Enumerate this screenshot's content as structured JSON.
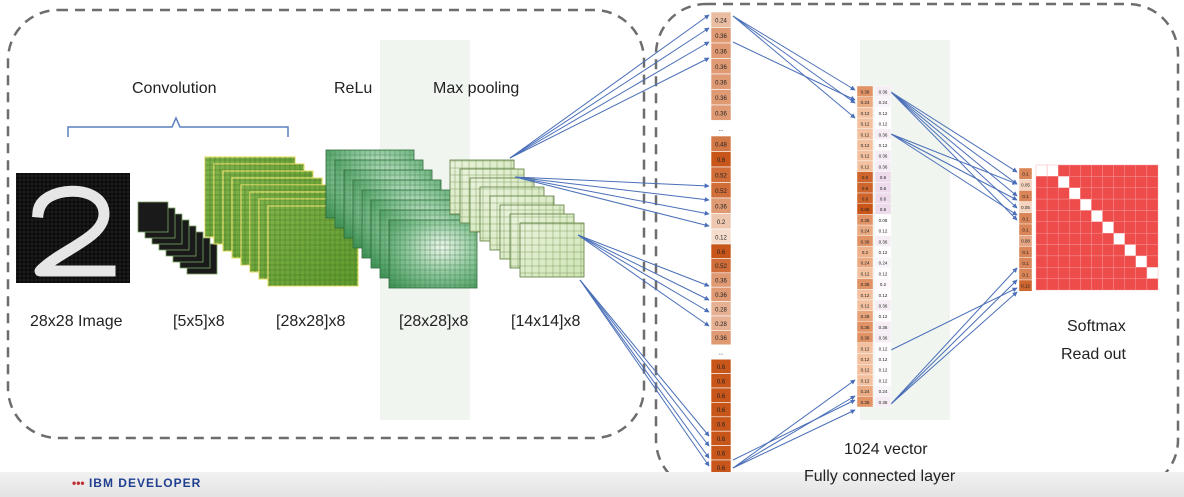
{
  "labels": {
    "convolution": "Convolution",
    "relu": "ReLu",
    "max_pooling": "Max pooling",
    "input_image": "28x28 Image",
    "filters": "[5x5]x8",
    "conv_output": "[28x28]x8",
    "relu_output": "[28x28]x8",
    "pool_output": "[14x14]x8",
    "softmax": "Softmax",
    "read_out": "Read out",
    "vector_size": "1024 vector",
    "fc_layer": "Fully connected layer"
  },
  "footer": {
    "brand": "IBM DEVELOPER"
  },
  "flat_vector": {
    "group1": [
      "0.24",
      "0.36",
      "0.36",
      "0.36",
      "0.36",
      "0.36",
      "0.36",
      "...",
      "0.48",
      "0.6",
      "0.52",
      "0.52",
      "0.36",
      "0.2",
      "0.12"
    ],
    "group2": [
      "0.6",
      "0.52",
      "0.36",
      "0.36",
      "0.28",
      "0.28",
      "0.36",
      "...",
      "0.6",
      "0.6",
      "0.6",
      "0.6",
      "0.6",
      "0.6",
      "0.6",
      "0.6"
    ]
  },
  "fc_vector": {
    "left": [
      "0.36",
      "0.24",
      "0.12",
      "0.12",
      "0.12",
      "0.12",
      "0.12",
      "0.12",
      "0.6",
      "0.6",
      "0.6",
      "0.68",
      "0.36",
      "0.24",
      "0.36",
      "0.2",
      "0.24",
      "0.12",
      "0.36",
      "0.12",
      "0.12",
      "0.28",
      "0.36",
      "0.36",
      "0.12",
      "0.12",
      "0.12",
      "0.12",
      "0.24",
      "0.36"
    ],
    "right": [
      "0.36",
      "0.24",
      "0.12",
      "0.12",
      "0.36",
      "0.12",
      "0.36",
      "0.36",
      "0.6",
      "0.6",
      "0.6",
      "0.6",
      "0.08",
      "0.12",
      "0.36",
      "0.12",
      "0.24",
      "0.12",
      "0.2",
      "0.12",
      "0.36",
      "0.12",
      "0.36",
      "0.36",
      "0.12",
      "0.12",
      "0.12",
      "0.12",
      "0.24",
      "0.36"
    ]
  },
  "softmax_vector": [
    "0.1",
    "0.05",
    "0.1",
    "0.05",
    "0.1",
    "0.1",
    "0.08",
    "0.1",
    "0.1",
    "0.1",
    "0.12"
  ],
  "colors": {
    "border": "#6d6d6d",
    "bracket": "#5b7fc0",
    "arrow": "#4a6fb8",
    "green_dark": "#6aa238",
    "green_light": "#bfe0a6",
    "orange_dark": "#c8561a",
    "orange_light": "#f4d3bf",
    "softmax_red": "#ee4b4b"
  }
}
